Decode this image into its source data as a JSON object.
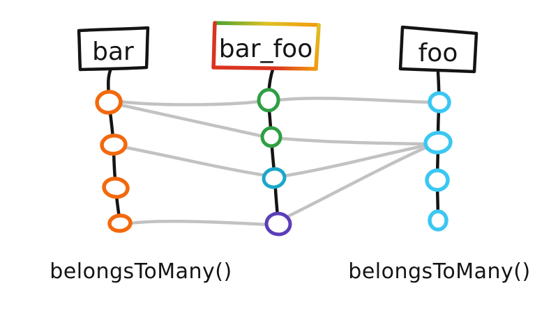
{
  "diagram": {
    "type": "entity-relationship-sketch",
    "tables": [
      {
        "id": "bar",
        "label": "bar"
      },
      {
        "id": "bar_foo",
        "label": "bar_foo"
      },
      {
        "id": "foo",
        "label": "foo"
      }
    ],
    "annotations": {
      "left": "belongsToMany()",
      "right": "belongsToMany()"
    },
    "rows": {
      "bar": 4,
      "bar_foo": 4,
      "foo": 4
    },
    "connections": [
      {
        "from": "bar.row1",
        "to": "bar_foo.row1"
      },
      {
        "from": "bar_foo.row1",
        "to": "foo.row1"
      },
      {
        "from": "bar.row1",
        "to": "bar_foo.row2"
      },
      {
        "from": "bar_foo.row2",
        "to": "foo.row2"
      },
      {
        "from": "bar.row2",
        "to": "bar_foo.row3"
      },
      {
        "from": "bar_foo.row3",
        "to": "foo.row2"
      },
      {
        "from": "bar.row4",
        "to": "bar_foo.row4"
      },
      {
        "from": "bar_foo.row4",
        "to": "foo.row2"
      }
    ],
    "colors": {
      "background": "#ffffff",
      "ink": "#141414",
      "link": "#c2c2c2",
      "bar_rows": "#f2690d",
      "foo_rows": "#3bc7f2",
      "pivot_row_1": "#2f9e44",
      "pivot_row_2": "#2f9e44",
      "pivot_row_3": "#1aa7c9",
      "pivot_row_4": "#5b3eb8",
      "rainbow_green": "#46a32f",
      "rainbow_yellow": "#dfc024",
      "rainbow_orange": "#f2990d",
      "rainbow_red": "#d93420"
    }
  }
}
